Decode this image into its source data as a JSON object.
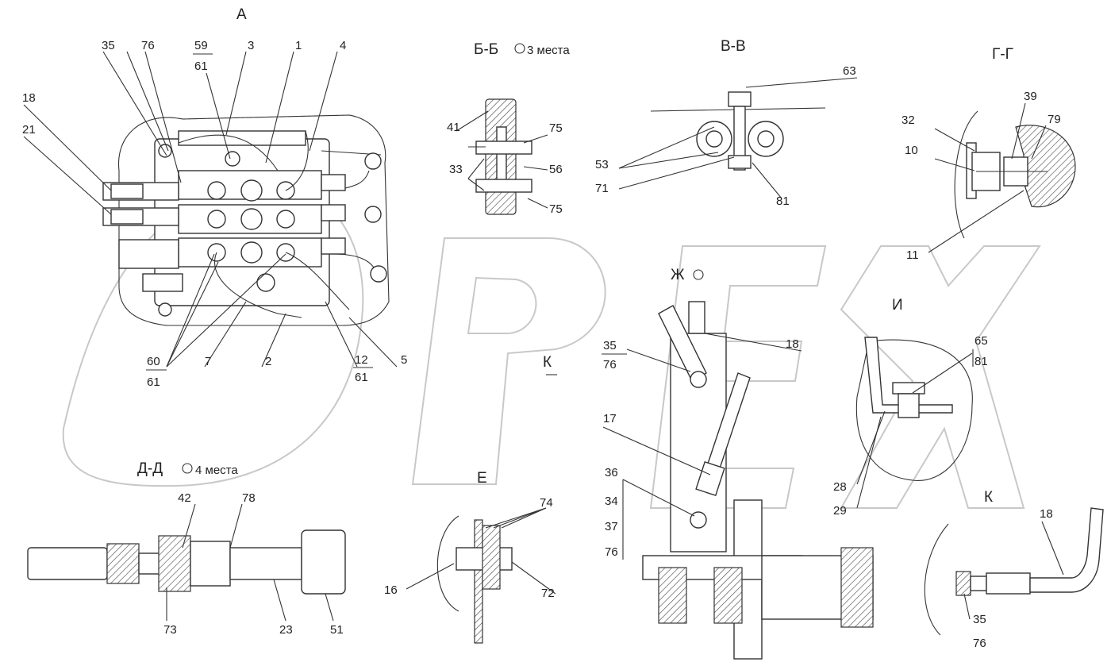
{
  "views": {
    "A": {
      "title": "А"
    },
    "BB": {
      "title": "Б-Б",
      "note": "3 места"
    },
    "VV": {
      "title": "В-В"
    },
    "GG": {
      "title": "Г-Г"
    },
    "ZH": {
      "title": "Ж"
    },
    "I": {
      "title": "И"
    },
    "K1": {
      "title": "К"
    },
    "K2": {
      "title": "К"
    },
    "DD": {
      "title": "Д-Д",
      "note": "4 места"
    },
    "E": {
      "title": "Е"
    }
  },
  "watermark": {
    "text": "OPEX"
  },
  "labels": {
    "a35": "35",
    "a76": "76",
    "a59": "59",
    "a61top": "61",
    "a3": "3",
    "a1": "1",
    "a4": "4",
    "a18": "18",
    "a21": "21",
    "a60": "60",
    "a61bot": "61",
    "a7": "7",
    "a2": "2",
    "a12": "12",
    "a61r": "61",
    "a5": "5",
    "b41": "41",
    "b75a": "75",
    "b33": "33",
    "b56": "56",
    "b75b": "75",
    "v63": "63",
    "v53": "53",
    "v71": "71",
    "v81": "81",
    "g39": "39",
    "g32": "32",
    "g79": "79",
    "g10": "10",
    "g11": "11",
    "zh35": "35",
    "zh76": "76",
    "zh18": "18",
    "zh17": "17",
    "zh36": "36",
    "zh34": "34",
    "zh37": "37",
    "zh76b": "76",
    "i65": "65",
    "i81": "81",
    "i28": "28",
    "i29": "29",
    "k18": "18",
    "k35": "35",
    "k76": "76",
    "d42": "42",
    "d78": "78",
    "d73": "73",
    "d23": "23",
    "d51": "51",
    "e74": "74",
    "e16": "16",
    "e72": "72"
  }
}
